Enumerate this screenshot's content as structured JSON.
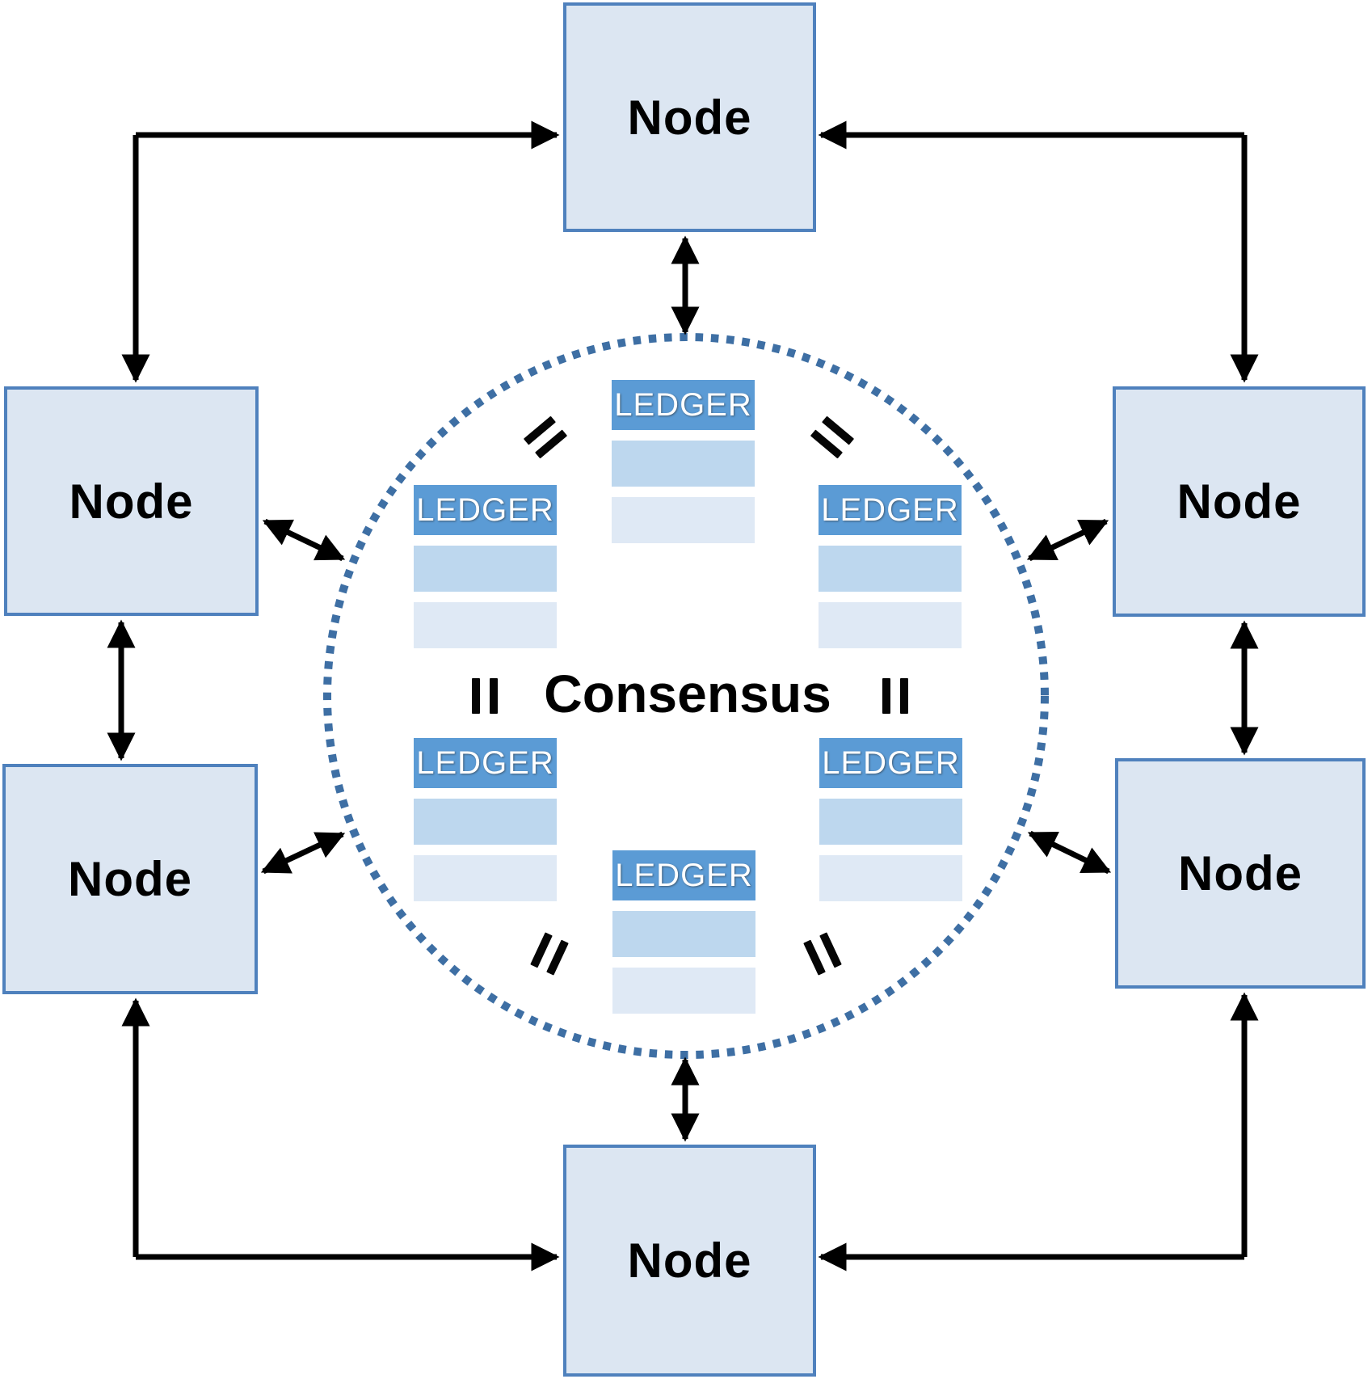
{
  "diagram_type": "peer-to-peer blockchain consensus network",
  "consensus": {
    "label": "Consensus"
  },
  "nodes": [
    {
      "id": "top",
      "label": "Node"
    },
    {
      "id": "left-upper",
      "label": "Node"
    },
    {
      "id": "right-upper",
      "label": "Node"
    },
    {
      "id": "left-lower",
      "label": "Node"
    },
    {
      "id": "right-lower",
      "label": "Node"
    },
    {
      "id": "bottom",
      "label": "Node"
    }
  ],
  "ledgers": [
    {
      "id": "top",
      "header": "LEDGER"
    },
    {
      "id": "left-upper",
      "header": "LEDGER"
    },
    {
      "id": "right-upper",
      "header": "LEDGER"
    },
    {
      "id": "left-lower",
      "header": "LEDGER"
    },
    {
      "id": "right-lower",
      "header": "LEDGER"
    },
    {
      "id": "bottom",
      "header": "LEDGER"
    }
  ],
  "equality_marks": {
    "glyph": "=",
    "count": 6
  },
  "colors": {
    "node_fill": "#dce6f2",
    "node_border": "#4f81bd",
    "ledger_header": "#5b9bd5",
    "ledger_row_medium": "#bdd7ee",
    "ledger_row_light": "#dfe9f5",
    "circle_dots": "#3e6fa4",
    "arrow": "#000000",
    "ledger_text": "#ffffff",
    "text": "#000000"
  }
}
